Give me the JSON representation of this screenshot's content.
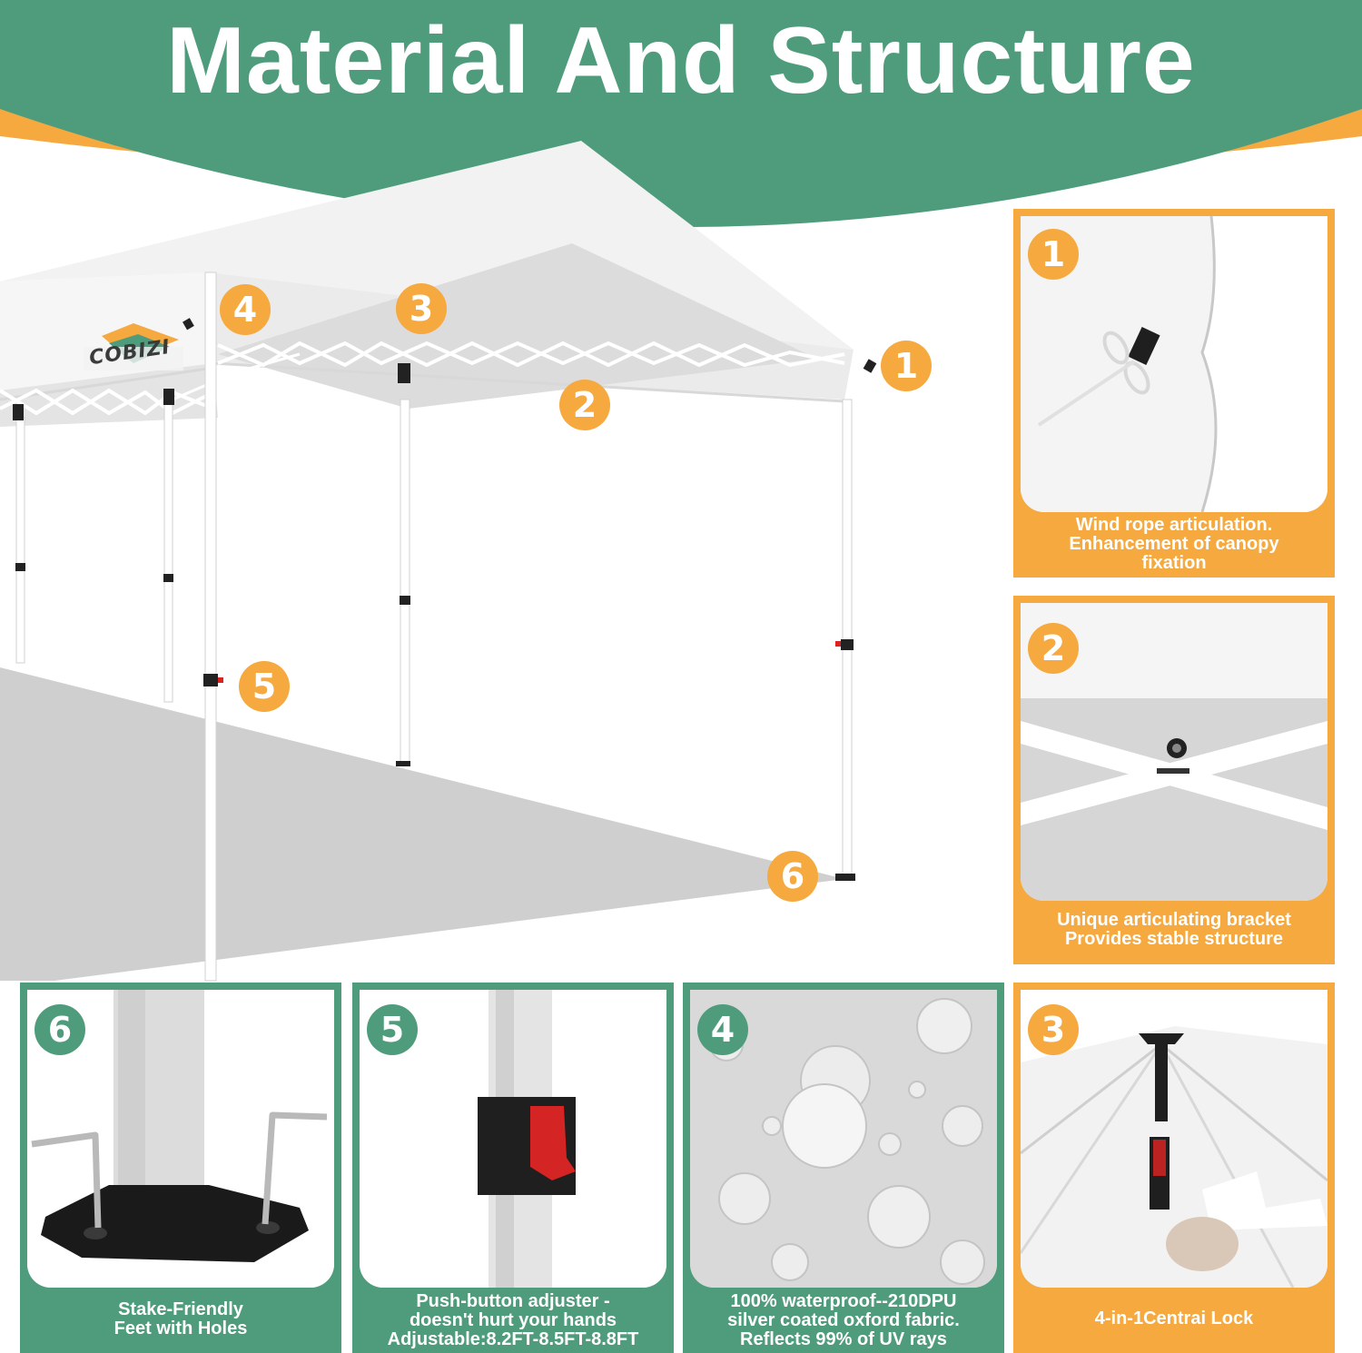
{
  "header": {
    "title": "Material And Structure",
    "colors": {
      "green": "#4f9c7d",
      "orange": "#f5a93e"
    }
  },
  "hero": {
    "brand_logo": "COBIZI",
    "markers": [
      "1",
      "2",
      "3",
      "4",
      "5",
      "6"
    ]
  },
  "features": [
    {
      "number": "1",
      "caption": [
        "Wind rope articulation.",
        "Enhancement of canopy",
        "fixation"
      ]
    },
    {
      "number": "2",
      "caption": [
        "Unique articulating bracket",
        "Provides stable structure"
      ]
    },
    {
      "number": "3",
      "caption": [
        "4-in-1Centrai Lock"
      ]
    },
    {
      "number": "4",
      "caption": [
        "100% waterproof--210DPU",
        "silver coated oxford fabric.",
        "Reflects 99% of UV rays"
      ]
    },
    {
      "number": "5",
      "caption": [
        "Push-button adjuster -",
        "doesn't hurt your hands",
        "Adjustable:8.2FT-8.5FT-8.8FT"
      ]
    },
    {
      "number": "6",
      "caption": [
        "Stake-Friendly",
        "Feet with Holes"
      ]
    }
  ]
}
